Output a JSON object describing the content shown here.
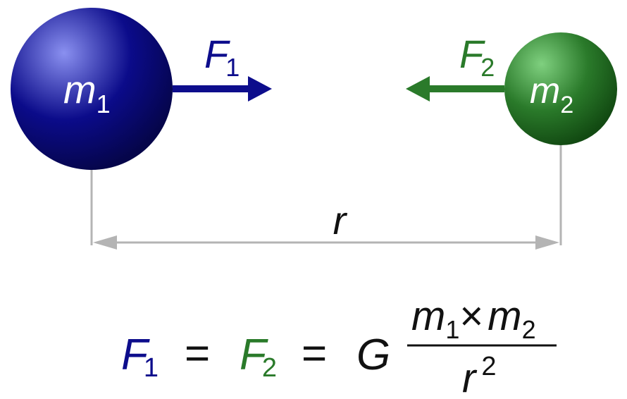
{
  "colors": {
    "body1": "#0b0b8a",
    "body1_light": "#8a90f0",
    "body2": "#2a7a2a",
    "body2_light": "#7fd07f",
    "force1": "#0d0d8c",
    "force2": "#2a7a2a",
    "distance": "#b4b4b4",
    "equation": "#111111",
    "label_on_body": "#ffffff"
  },
  "body1": {
    "symbol": "m",
    "subscript": "1"
  },
  "body2": {
    "symbol": "m",
    "subscript": "2"
  },
  "force1": {
    "symbol": "F",
    "subscript": "1",
    "direction": "right"
  },
  "force2": {
    "symbol": "F",
    "subscript": "2",
    "direction": "left"
  },
  "distance": {
    "symbol": "r"
  },
  "equation": {
    "lhs1": {
      "symbol": "F",
      "subscript": "1"
    },
    "eq1": "=",
    "lhs2": {
      "symbol": "F",
      "subscript": "2"
    },
    "eq2": "=",
    "constant": "G",
    "numerator": {
      "m1": {
        "symbol": "m",
        "subscript": "1"
      },
      "times": "×",
      "m2": {
        "symbol": "m",
        "subscript": "2"
      }
    },
    "denominator": {
      "symbol": "r",
      "superscript": "2"
    }
  }
}
